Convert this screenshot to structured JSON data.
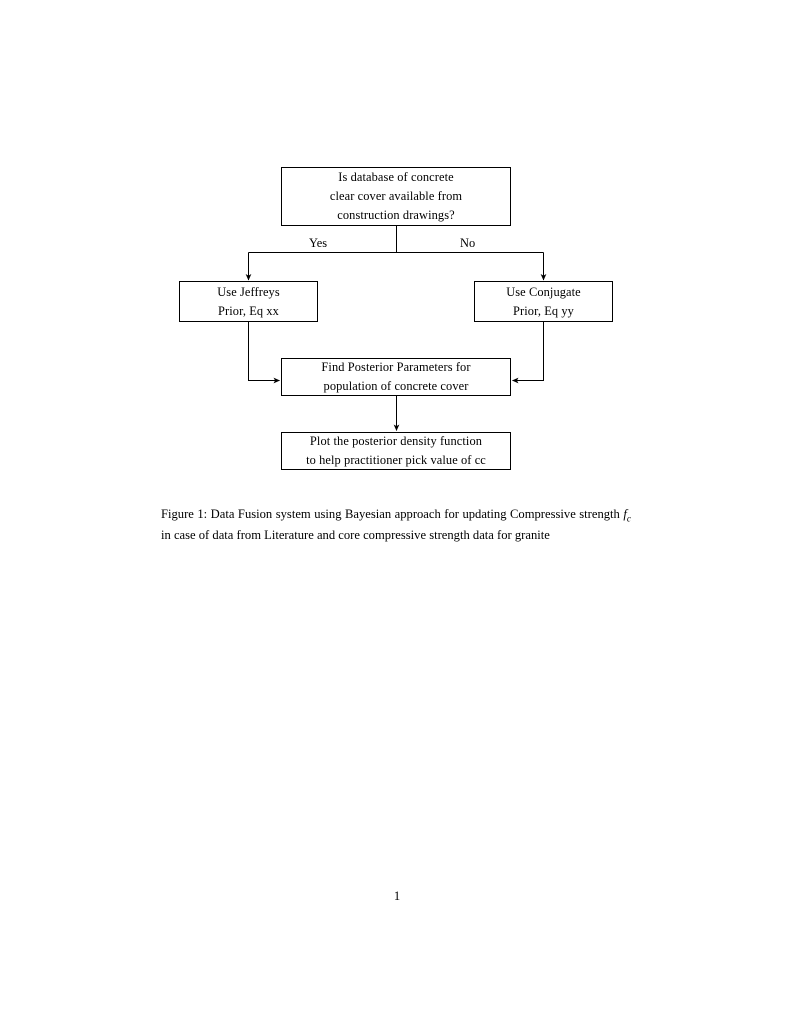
{
  "document": {
    "page_number": "1",
    "background_color": "#ffffff",
    "ink_color": "#000000"
  },
  "figure": {
    "nodes": [
      {
        "id": "question",
        "name": "decision-database-available",
        "lines": [
          "Is database of concrete",
          "clear cover available from",
          "construction drawings?"
        ]
      },
      {
        "id": "jeffreys",
        "name": "use-jeffreys-prior",
        "lines": [
          "Use Jeffreys",
          "Prior, Eq xx"
        ]
      },
      {
        "id": "conjugate",
        "name": "use-conjugate-prior",
        "lines": [
          "Use Conjugate",
          "Prior, Eq yy"
        ]
      },
      {
        "id": "posterior",
        "name": "find-posterior-parameters",
        "lines": [
          "Find Posterior Parameters for",
          "population of concrete cover"
        ]
      },
      {
        "id": "plot",
        "name": "plot-posterior-density",
        "lines": [
          "Plot the posterior density function",
          "to help practitioner pick value of cc"
        ]
      }
    ],
    "edge_labels": {
      "yes": "Yes",
      "no": "No"
    }
  },
  "caption": {
    "label": "Figure 1:",
    "text_before_math": "Data Fusion system using Bayesian approach for updating Compressive strength",
    "math_symbol": "f",
    "math_subscript": "c",
    "text_after_math": "in case of data from Literature and core compressive strength data for granite"
  }
}
